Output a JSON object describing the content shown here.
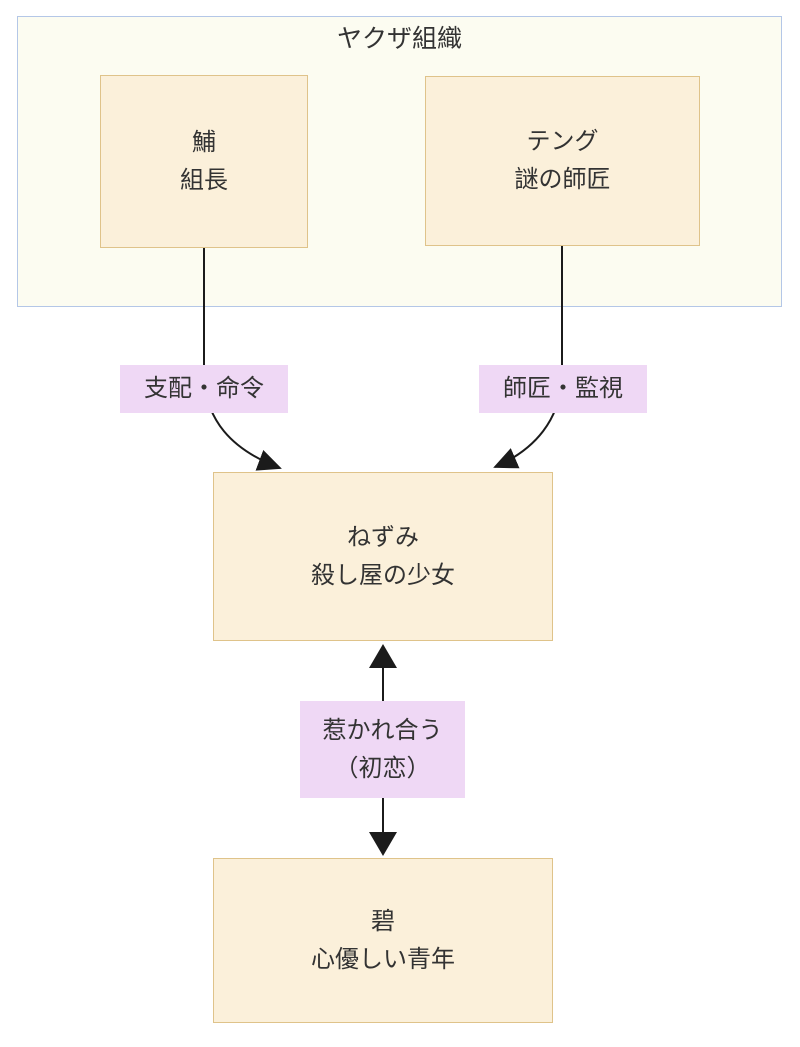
{
  "diagram": {
    "type": "flowchart",
    "direction": "top-down"
  },
  "colors": {
    "page_bg": "#ffffff",
    "cluster_bg": "#fcfcf1",
    "cluster_border": "#b4c7e7",
    "node_bg": "#fbf0da",
    "node_border": "#dfc38a",
    "label_bg": "#efd8f5",
    "edge": "#1b1b1b",
    "text": "#333333"
  },
  "cluster": {
    "title": "ヤクザ組織"
  },
  "nodes": [
    {
      "id": "buna",
      "name": "鯆",
      "role": "組長"
    },
    {
      "id": "tengu",
      "name": "テング",
      "role": "謎の師匠"
    },
    {
      "id": "nezumi",
      "name": "ねずみ",
      "role": "殺し屋の少女"
    },
    {
      "id": "aoi",
      "name": "碧",
      "role": "心優しい青年"
    }
  ],
  "edges": [
    {
      "from": "鯆",
      "to": "ねずみ",
      "type": "arrow",
      "label": "支配・命令"
    },
    {
      "from": "テング",
      "to": "ねずみ",
      "type": "arrow",
      "label": "師匠・監視"
    },
    {
      "from": "ねずみ",
      "to": "碧",
      "type": "bidirectional",
      "label": "惹かれ合う（初恋）",
      "label_lines": [
        "惹かれ合う",
        "（初恋）"
      ]
    }
  ]
}
